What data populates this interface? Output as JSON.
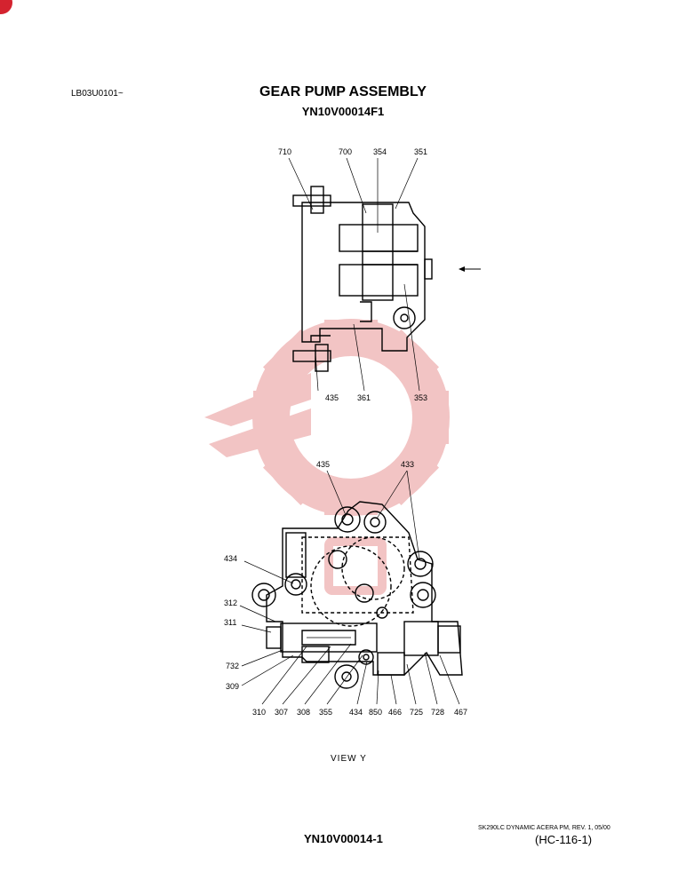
{
  "header": {
    "ref_code": "LB03U0101~",
    "title": "GEAR PUMP ASSEMBLY",
    "subtitle": "YN10V00014F1"
  },
  "top_view_labels": {
    "p710": "710",
    "p700": "700",
    "p354": "354",
    "p351": "351",
    "p435": "435",
    "p361": "361",
    "p353": "353"
  },
  "view_y_labels": {
    "p435": "435",
    "p433": "433",
    "p434a": "434",
    "p312": "312",
    "p311": "311",
    "p732": "732",
    "p309": "309",
    "p310": "310",
    "p307": "307",
    "p308": "308",
    "p355": "355",
    "p434b": "434",
    "p850": "850",
    "p466": "466",
    "p725": "725",
    "p728": "728",
    "p467": "467"
  },
  "view_label": "VIEW   Y",
  "footer": {
    "code": "YN10V00014-1",
    "revision": "SK290LC DYNAMIC ACERA PM, REV. 1, 05/00",
    "page": "(HC-116-1)"
  },
  "colors": {
    "ink": "#000000",
    "watermark": "#f2c4c4",
    "badge": "#d4232f"
  },
  "icons": {
    "watermark": "gear-logo-watermark-icon",
    "direction_arrow": "arrow-left-icon"
  }
}
